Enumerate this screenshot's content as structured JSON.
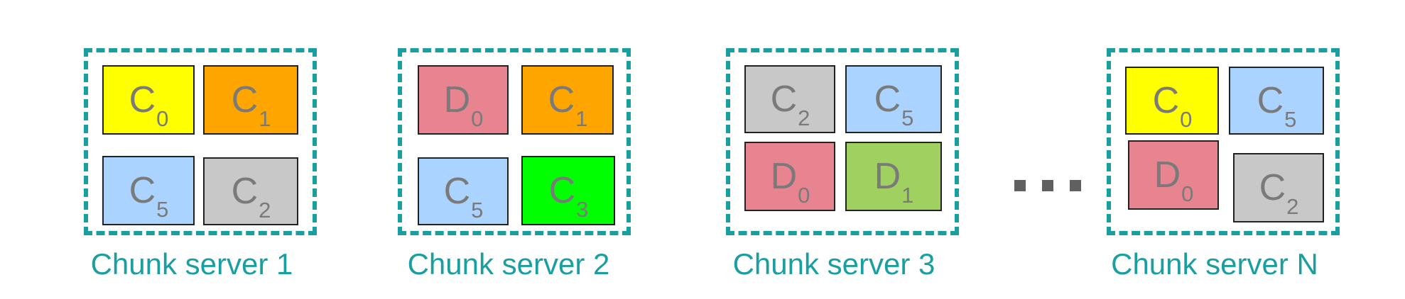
{
  "colors": {
    "server_border": "#1a9fa0",
    "label_text": "#1a9fa0",
    "chunk_text": "#7a7a7a",
    "C0": "#ffff00",
    "C1": "#ffa500",
    "C2": "#c8c8c8",
    "C3": "#00ff00",
    "C5": "#aad4ff",
    "D0": "#e88490",
    "D1": "#a0d060"
  },
  "servers": [
    {
      "label": "Chunk server 1",
      "chunks": [
        {
          "letter": "C",
          "index": "0",
          "color": "#ffff00"
        },
        {
          "letter": "C",
          "index": "1",
          "color": "#ffa500"
        },
        {
          "letter": "C",
          "index": "5",
          "color": "#aad4ff"
        },
        {
          "letter": "C",
          "index": "2",
          "color": "#c8c8c8"
        }
      ]
    },
    {
      "label": "Chunk server 2",
      "chunks": [
        {
          "letter": "D",
          "index": "0",
          "color": "#e88490"
        },
        {
          "letter": "C",
          "index": "1",
          "color": "#ffa500"
        },
        {
          "letter": "C",
          "index": "5",
          "color": "#aad4ff"
        },
        {
          "letter": "C",
          "index": "3",
          "color": "#00ff00"
        }
      ]
    },
    {
      "label": "Chunk server 3",
      "chunks": [
        {
          "letter": "C",
          "index": "2",
          "color": "#c8c8c8"
        },
        {
          "letter": "C",
          "index": "5",
          "color": "#aad4ff"
        },
        {
          "letter": "D",
          "index": "0",
          "color": "#e88490"
        },
        {
          "letter": "D",
          "index": "1",
          "color": "#a0d060"
        }
      ]
    },
    {
      "label": "Chunk server N",
      "chunks": [
        {
          "letter": "C",
          "index": "0",
          "color": "#ffff00"
        },
        {
          "letter": "C",
          "index": "5",
          "color": "#aad4ff"
        },
        {
          "letter": "D",
          "index": "0",
          "color": "#e88490"
        },
        {
          "letter": "C",
          "index": "2",
          "color": "#c8c8c8"
        }
      ]
    }
  ]
}
